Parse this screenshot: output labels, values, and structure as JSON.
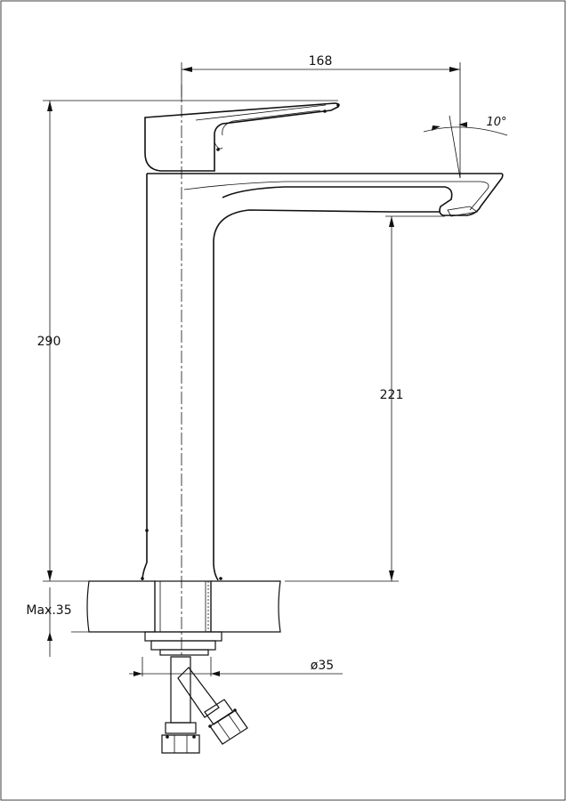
{
  "dimensions": {
    "spout_reach": "168",
    "total_height": "290",
    "spout_height": "221",
    "handle_angle": "10°",
    "max_deck_thickness": "Max.35",
    "hole_diameter": "ø35"
  },
  "colors": {
    "line": "#111111",
    "background": "#ffffff"
  }
}
